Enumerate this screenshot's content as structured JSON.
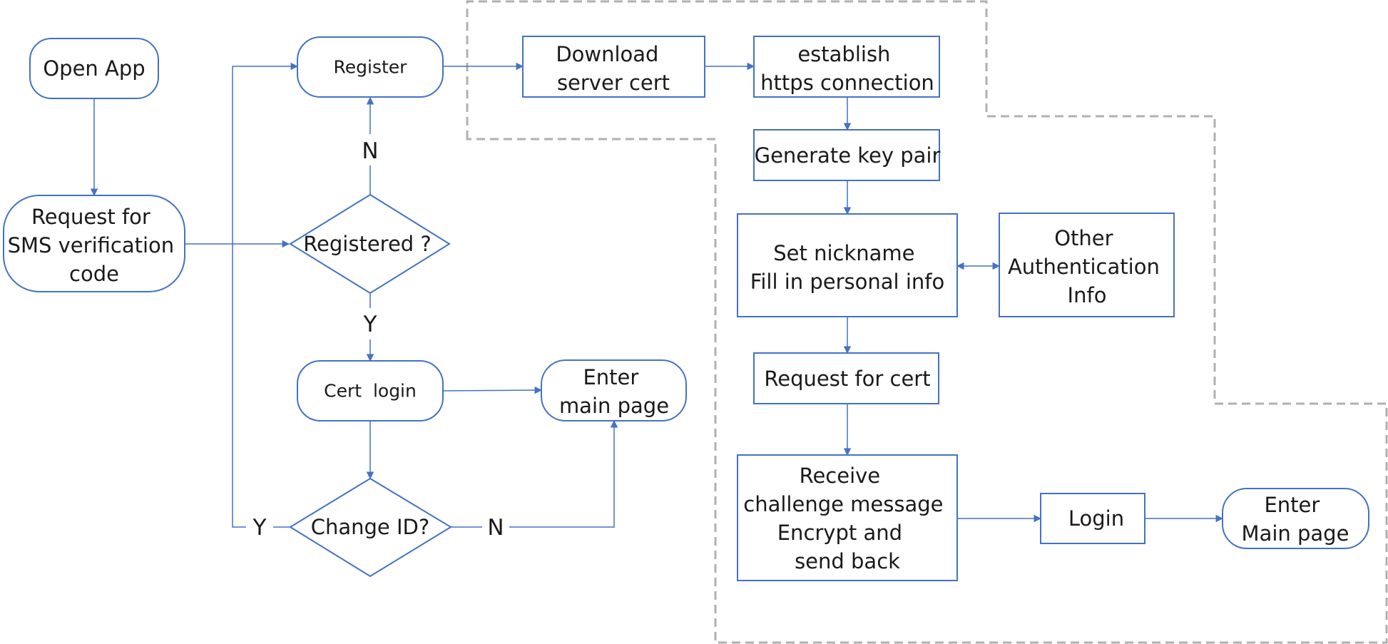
{
  "colors": {
    "stroke": "#4472c4",
    "text": "#1a1a1a",
    "boundary": "#b0b0b0",
    "background": "#ffffff"
  },
  "nodes": {
    "open_app": {
      "shape": "rounded",
      "lines": [
        "Open App"
      ]
    },
    "request_sms": {
      "shape": "rounded",
      "lines": [
        "Request for",
        "SMS verification",
        "code"
      ]
    },
    "register": {
      "shape": "rounded",
      "lines": [
        "Register"
      ]
    },
    "registered": {
      "shape": "diamond",
      "lines": [
        "Registered ?"
      ]
    },
    "cert_login": {
      "shape": "rounded",
      "lines": [
        "Cert  login"
      ]
    },
    "change_id": {
      "shape": "diamond",
      "lines": [
        "Change ID?"
      ]
    },
    "enter_main_1": {
      "shape": "rounded",
      "lines": [
        "Enter",
        "main page"
      ]
    },
    "download_cert": {
      "shape": "rect",
      "lines": [
        "Download",
        "server cert"
      ]
    },
    "https_conn": {
      "shape": "rect",
      "lines": [
        "establish",
        "https connection"
      ]
    },
    "gen_key": {
      "shape": "rect",
      "lines": [
        "Generate key pair"
      ]
    },
    "set_nickname": {
      "shape": "rect",
      "lines": [
        "Set nickname",
        "Fill in personal info"
      ]
    },
    "other_auth": {
      "shape": "rect",
      "lines": [
        "Other",
        "Authentication",
        "Info"
      ]
    },
    "req_cert": {
      "shape": "rect",
      "lines": [
        "Request for cert"
      ]
    },
    "receive_challenge": {
      "shape": "rect",
      "lines": [
        "Receive",
        "challenge message",
        "Encrypt and",
        "send back"
      ]
    },
    "login": {
      "shape": "rect",
      "lines": [
        "Login"
      ]
    },
    "enter_main_2": {
      "shape": "rounded",
      "lines": [
        "Enter",
        "Main page"
      ]
    }
  },
  "edge_labels": {
    "registered_no": "N",
    "registered_yes": "Y",
    "change_id_yes": "Y",
    "change_id_no": "N"
  }
}
